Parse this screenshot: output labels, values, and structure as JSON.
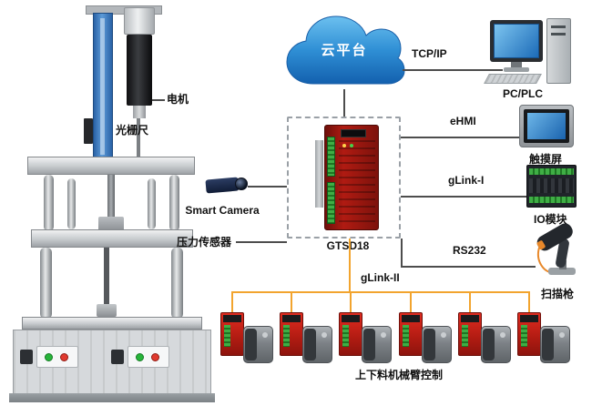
{
  "cloud": {
    "label": "云平台"
  },
  "controller": {
    "label": "GTSD18"
  },
  "machine": {
    "motor_label": "电机",
    "scale_label": "光栅尺",
    "camera_label": "Smart Camera",
    "pressure_label": "压力传感器"
  },
  "links": {
    "tcpip": "TCP/IP",
    "ehmi": "eHMI",
    "glink1": "gLink-I",
    "rs232": "RS232",
    "glink2": "gLink-II"
  },
  "devices": {
    "pc_label": "PC/PLC",
    "touchscreen_label": "触摸屏",
    "io_label": "IO模块",
    "scanner_label": "扫描枪"
  },
  "servo_group": {
    "label": "上下料机械臂控制",
    "count": 6
  },
  "colors": {
    "bus_orange": "#f2a42e",
    "drive_red": "#b01b12",
    "line": "#4d4d4d",
    "cloud_blue": "#2f8fd5"
  }
}
